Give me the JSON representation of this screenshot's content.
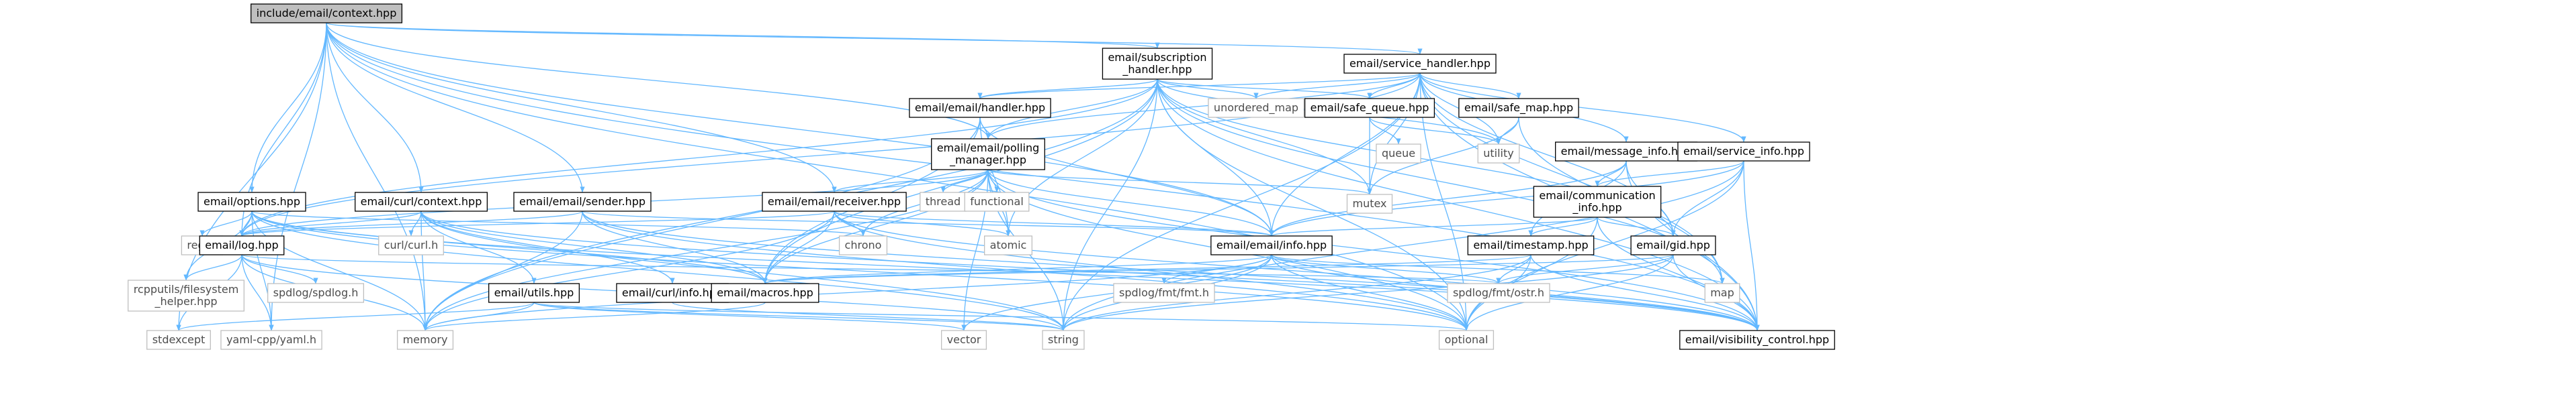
{
  "diagram": {
    "title": "include/email/context.hpp",
    "colors": {
      "edge": "#63b8ff",
      "root_fill": "#bfbfbf",
      "node_border": "#000000",
      "external_border": "#bfbfbf"
    },
    "nodes": [
      {
        "id": "context",
        "lines": [
          "include/email/context.hpp"
        ],
        "root": true
      },
      {
        "id": "subscription_handler",
        "lines": [
          "email/subscription",
          "_handler.hpp"
        ]
      },
      {
        "id": "service_handler",
        "lines": [
          "email/service_handler.hpp"
        ]
      },
      {
        "id": "email_handler",
        "lines": [
          "email/email/handler.hpp"
        ]
      },
      {
        "id": "unordered_map",
        "lines": [
          "unordered_map"
        ],
        "external": true
      },
      {
        "id": "safe_queue",
        "lines": [
          "email/safe_queue.hpp"
        ]
      },
      {
        "id": "safe_map",
        "lines": [
          "email/safe_map.hpp"
        ]
      },
      {
        "id": "polling_manager",
        "lines": [
          "email/email/polling",
          "_manager.hpp"
        ]
      },
      {
        "id": "queue",
        "lines": [
          "queue"
        ],
        "external": true
      },
      {
        "id": "utility",
        "lines": [
          "utility"
        ],
        "external": true
      },
      {
        "id": "message_info",
        "lines": [
          "email/message_info.hpp"
        ]
      },
      {
        "id": "service_info",
        "lines": [
          "email/service_info.hpp"
        ]
      },
      {
        "id": "options",
        "lines": [
          "email/options.hpp"
        ]
      },
      {
        "id": "curl_context",
        "lines": [
          "email/curl/context.hpp"
        ]
      },
      {
        "id": "sender",
        "lines": [
          "email/email/sender.hpp"
        ]
      },
      {
        "id": "receiver",
        "lines": [
          "email/email/receiver.hpp"
        ]
      },
      {
        "id": "thread",
        "lines": [
          "thread"
        ],
        "external": true
      },
      {
        "id": "functional",
        "lines": [
          "functional"
        ],
        "external": true
      },
      {
        "id": "mutex",
        "lines": [
          "mutex"
        ],
        "external": true
      },
      {
        "id": "communication_info",
        "lines": [
          "email/communication",
          "_info.hpp"
        ]
      },
      {
        "id": "regex",
        "lines": [
          "regex"
        ],
        "external": true
      },
      {
        "id": "log",
        "lines": [
          "email/log.hpp"
        ]
      },
      {
        "id": "curl_h",
        "lines": [
          "curl/curl.h"
        ],
        "external": true
      },
      {
        "id": "chrono",
        "lines": [
          "chrono"
        ],
        "external": true
      },
      {
        "id": "atomic",
        "lines": [
          "atomic"
        ],
        "external": true
      },
      {
        "id": "email_info",
        "lines": [
          "email/email/info.hpp"
        ]
      },
      {
        "id": "timestamp",
        "lines": [
          "email/timestamp.hpp"
        ]
      },
      {
        "id": "gid",
        "lines": [
          "email/gid.hpp"
        ]
      },
      {
        "id": "rcpputils",
        "lines": [
          "rcpputils/filesystem",
          "_helper.hpp"
        ],
        "external": true
      },
      {
        "id": "spdlog",
        "lines": [
          "spdlog/spdlog.h"
        ],
        "external": true
      },
      {
        "id": "utils",
        "lines": [
          "email/utils.hpp"
        ]
      },
      {
        "id": "curl_info",
        "lines": [
          "email/curl/info.hpp"
        ]
      },
      {
        "id": "macros",
        "lines": [
          "email/macros.hpp"
        ]
      },
      {
        "id": "fmt",
        "lines": [
          "spdlog/fmt/fmt.h"
        ],
        "external": true
      },
      {
        "id": "ostr",
        "lines": [
          "spdlog/fmt/ostr.h"
        ],
        "external": true
      },
      {
        "id": "map",
        "lines": [
          "map"
        ],
        "external": true
      },
      {
        "id": "stdexcept",
        "lines": [
          "stdexcept"
        ],
        "external": true
      },
      {
        "id": "yaml",
        "lines": [
          "yaml-cpp/yaml.h"
        ],
        "external": true
      },
      {
        "id": "memory",
        "lines": [
          "memory"
        ],
        "external": true
      },
      {
        "id": "vector",
        "lines": [
          "vector"
        ],
        "external": true
      },
      {
        "id": "string",
        "lines": [
          "string"
        ],
        "external": true
      },
      {
        "id": "optional",
        "lines": [
          "optional"
        ],
        "external": true
      },
      {
        "id": "visibility_control",
        "lines": [
          "email/visibility_control.hpp"
        ]
      }
    ],
    "edges": [
      [
        "context",
        "subscription_handler"
      ],
      [
        "context",
        "service_handler"
      ],
      [
        "context",
        "polling_manager"
      ],
      [
        "context",
        "options"
      ],
      [
        "context",
        "curl_context"
      ],
      [
        "context",
        "sender"
      ],
      [
        "context",
        "receiver"
      ],
      [
        "context",
        "log"
      ],
      [
        "context",
        "email_info"
      ],
      [
        "context",
        "stdexcept"
      ],
      [
        "context",
        "memory"
      ],
      [
        "context",
        "yaml"
      ],
      [
        "context",
        "optional"
      ],
      [
        "context",
        "visibility_control"
      ],
      [
        "subscription_handler",
        "email_handler"
      ],
      [
        "subscription_handler",
        "unordered_map"
      ],
      [
        "subscription_handler",
        "safe_queue"
      ],
      [
        "subscription_handler",
        "polling_manager"
      ],
      [
        "subscription_handler",
        "utility"
      ],
      [
        "subscription_handler",
        "mutex"
      ],
      [
        "subscription_handler",
        "email_info"
      ],
      [
        "subscription_handler",
        "macros"
      ],
      [
        "subscription_handler",
        "log"
      ],
      [
        "subscription_handler",
        "memory"
      ],
      [
        "subscription_handler",
        "string"
      ],
      [
        "subscription_handler",
        "optional"
      ],
      [
        "subscription_handler",
        "visibility_control"
      ],
      [
        "subscription_handler",
        "map"
      ],
      [
        "subscription_handler",
        "gid"
      ],
      [
        "subscription_handler",
        "atomic"
      ],
      [
        "service_handler",
        "email_handler"
      ],
      [
        "service_handler",
        "unordered_map"
      ],
      [
        "service_handler",
        "safe_queue"
      ],
      [
        "service_handler",
        "safe_map"
      ],
      [
        "service_handler",
        "utility"
      ],
      [
        "service_handler",
        "message_info"
      ],
      [
        "service_handler",
        "service_info"
      ],
      [
        "service_handler",
        "polling_manager"
      ],
      [
        "service_handler",
        "mutex"
      ],
      [
        "service_handler",
        "email_info"
      ],
      [
        "service_handler",
        "map"
      ],
      [
        "service_handler",
        "gid"
      ],
      [
        "service_handler",
        "optional"
      ],
      [
        "service_handler",
        "visibility_control"
      ],
      [
        "service_handler",
        "string"
      ],
      [
        "service_handler",
        "log"
      ],
      [
        "email_handler",
        "polling_manager"
      ],
      [
        "email_handler",
        "email_info"
      ],
      [
        "email_handler",
        "macros"
      ],
      [
        "email_handler",
        "memory"
      ],
      [
        "email_handler",
        "atomic"
      ],
      [
        "safe_queue",
        "queue"
      ],
      [
        "safe_queue",
        "mutex"
      ],
      [
        "safe_queue",
        "utility"
      ],
      [
        "safe_map",
        "mutex"
      ],
      [
        "safe_map",
        "utility"
      ],
      [
        "safe_map",
        "map"
      ],
      [
        "polling_manager",
        "receiver"
      ],
      [
        "polling_manager",
        "thread"
      ],
      [
        "polling_manager",
        "functional"
      ],
      [
        "polling_manager",
        "mutex"
      ],
      [
        "polling_manager",
        "chrono"
      ],
      [
        "polling_manager",
        "atomic"
      ],
      [
        "polling_manager",
        "email_info"
      ],
      [
        "polling_manager",
        "log"
      ],
      [
        "polling_manager",
        "macros"
      ],
      [
        "polling_manager",
        "memory"
      ],
      [
        "polling_manager",
        "optional"
      ],
      [
        "polling_manager",
        "vector"
      ],
      [
        "polling_manager",
        "visibility_control"
      ],
      [
        "polling_manager",
        "string"
      ],
      [
        "message_info",
        "communication_info"
      ],
      [
        "message_info",
        "email_info"
      ],
      [
        "message_info",
        "gid"
      ],
      [
        "message_info",
        "timestamp"
      ],
      [
        "message_info",
        "visibility_control"
      ],
      [
        "service_info",
        "communication_info"
      ],
      [
        "service_info",
        "email_info"
      ],
      [
        "service_info",
        "gid"
      ],
      [
        "service_info",
        "optional"
      ],
      [
        "service_info",
        "visibility_control"
      ],
      [
        "service_info",
        "string"
      ],
      [
        "communication_info",
        "email_info"
      ],
      [
        "communication_info",
        "gid"
      ],
      [
        "communication_info",
        "timestamp"
      ],
      [
        "communication_info",
        "optional"
      ],
      [
        "communication_info",
        "visibility_control"
      ],
      [
        "options",
        "regex"
      ],
      [
        "options",
        "log"
      ],
      [
        "options",
        "rcpputils"
      ],
      [
        "options",
        "yaml"
      ],
      [
        "options",
        "memory"
      ],
      [
        "options",
        "string"
      ],
      [
        "options",
        "optional"
      ],
      [
        "options",
        "macros"
      ],
      [
        "options",
        "chrono"
      ],
      [
        "options",
        "visibility_control"
      ],
      [
        "curl_context",
        "curl_h"
      ],
      [
        "curl_context",
        "log"
      ],
      [
        "curl_context",
        "utils"
      ],
      [
        "curl_context",
        "curl_info"
      ],
      [
        "curl_context",
        "macros"
      ],
      [
        "curl_context",
        "memory"
      ],
      [
        "curl_context",
        "string"
      ],
      [
        "curl_context",
        "visibility_control"
      ],
      [
        "sender",
        "email_info"
      ],
      [
        "sender",
        "macros"
      ],
      [
        "sender",
        "memory"
      ],
      [
        "sender",
        "log"
      ],
      [
        "sender",
        "optional"
      ],
      [
        "sender",
        "visibility_control"
      ],
      [
        "receiver",
        "chrono"
      ],
      [
        "receiver",
        "atomic"
      ],
      [
        "receiver",
        "email_info"
      ],
      [
        "receiver",
        "macros"
      ],
      [
        "receiver",
        "memory"
      ],
      [
        "receiver",
        "optional"
      ],
      [
        "receiver",
        "log"
      ],
      [
        "receiver",
        "visibility_control"
      ],
      [
        "log",
        "rcpputils"
      ],
      [
        "log",
        "spdlog"
      ],
      [
        "log",
        "stdexcept"
      ],
      [
        "log",
        "yaml"
      ],
      [
        "log",
        "memory"
      ],
      [
        "log",
        "string"
      ],
      [
        "log",
        "ostr"
      ],
      [
        "email_info",
        "fmt"
      ],
      [
        "email_info",
        "ostr"
      ],
      [
        "email_info",
        "memory"
      ],
      [
        "email_info",
        "string"
      ],
      [
        "email_info",
        "vector"
      ],
      [
        "email_info",
        "optional"
      ],
      [
        "email_info",
        "visibility_control"
      ],
      [
        "email_info",
        "macros"
      ],
      [
        "email_info",
        "map"
      ],
      [
        "timestamp",
        "ostr"
      ],
      [
        "timestamp",
        "macros"
      ],
      [
        "timestamp",
        "string"
      ],
      [
        "timestamp",
        "optional"
      ],
      [
        "timestamp",
        "visibility_control"
      ],
      [
        "gid",
        "ostr"
      ],
      [
        "gid",
        "macros"
      ],
      [
        "gid",
        "string"
      ],
      [
        "gid",
        "optional"
      ],
      [
        "gid",
        "visibility_control"
      ],
      [
        "utils",
        "stdexcept"
      ],
      [
        "utils",
        "memory"
      ],
      [
        "utils",
        "vector"
      ],
      [
        "utils",
        "string"
      ],
      [
        "utils",
        "optional"
      ],
      [
        "curl_info",
        "string"
      ],
      [
        "macros",
        "memory"
      ]
    ]
  }
}
